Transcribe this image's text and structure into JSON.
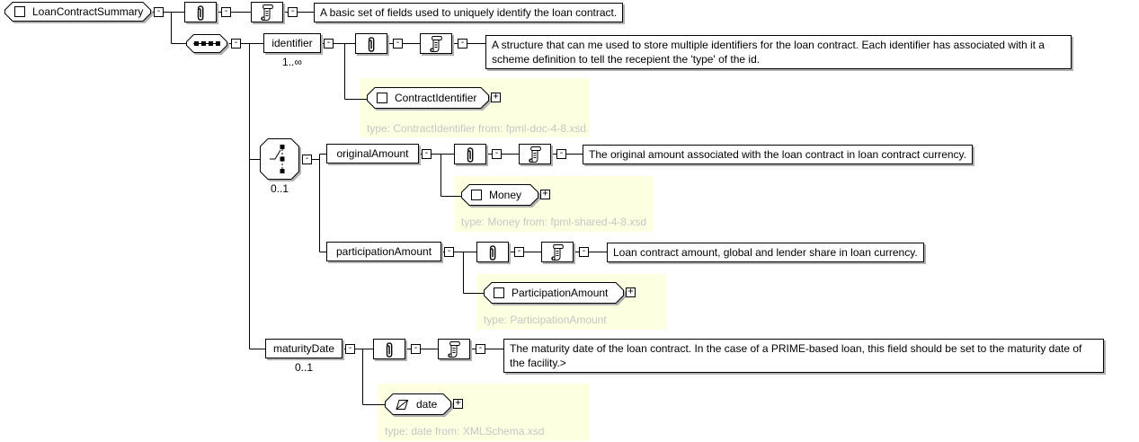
{
  "colors": {
    "panel_background": "#ffffe1",
    "type_note_text": "#c6c6c6",
    "box_shadow": "#b0b0b0"
  },
  "icons": {
    "collapse_glyph": "-",
    "expand_glyph": "+",
    "attributes": "paperclip-icon",
    "annotation": "scroll-icon",
    "element": "square-icon",
    "simple_type": "slanted-square-icon",
    "sequence": "sequence-dots-icon",
    "choice": "switch-icon"
  },
  "root": {
    "label": "LoanContractSummary",
    "annotation": "A basic set of fields used to uniquely identify the loan contract."
  },
  "identifier": {
    "label": "identifier",
    "cardinality": "1..∞",
    "annotation": "A structure that can me used to store multiple identifiers for the loan contract. Each identifier has associated with it a scheme definition to tell the recepient the 'type' of the id.",
    "type_label": "ContractIdentifier",
    "type_note": "type: ContractIdentifier from: fpml-doc-4-8.xsd"
  },
  "choice": {
    "cardinality": "0..1"
  },
  "originalAmount": {
    "label": "originalAmount",
    "annotation": "The original amount associated with the loan contract in loan contract currency.",
    "type_label": "Money",
    "type_note": "type: Money from: fpml-shared-4-8.xsd"
  },
  "participationAmount": {
    "label": "participationAmount",
    "annotation": "Loan contract amount, global and lender share in loan currency.",
    "type_label": "ParticipationAmount",
    "type_note": "type: ParticipationAmount"
  },
  "maturityDate": {
    "label": "maturityDate",
    "cardinality": "0..1",
    "annotation": "The maturity date of the loan contract. In the case of a PRIME-based loan, this field should be set to the maturity date of the facility.>",
    "type_label": "date",
    "type_note": "type: date from: XMLSchema.xsd"
  }
}
